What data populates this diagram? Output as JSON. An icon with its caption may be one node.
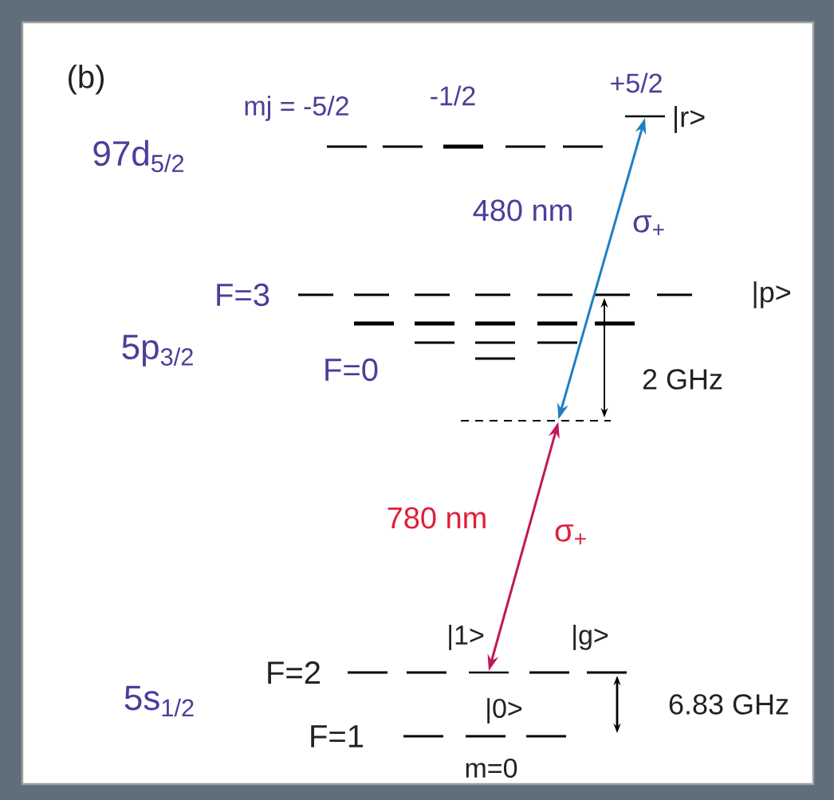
{
  "diagram": {
    "nodes": [
      {
        "text": [],
        "shape": "bar"
      },
      {
        "text": [],
        "shape": "line"
      },
      {
        "text": [],
        "shape": "bar"
      }
    ],
    "edges": [
      {
        "from": 0,
        "to": 1,
        "arrow": "both",
        "label": "480 nm",
        "color": "#1f7fc4"
      },
      {
        "from": 1,
        "to": 2,
        "arrow": "both",
        "label": "780 nm",
        "color": "#c0185a"
      }
    ],
    "labels": [
      "(b)",
      "+5/2",
      "mj = -5/2",
      "-1/2",
      "|r>",
      "97d$_{5/2}$",
      "σ$_{+}$",
      "F=3",
      "|p>",
      "5p$_{3/2}$",
      "F=0",
      "2 GHz",
      "σ$_{+}$",
      "|1>",
      "|g>",
      "F=2",
      "5s$_{1/2}$",
      "|0>",
      "6.83 GHz",
      "F=1",
      "m=0"
    ]
  }
}
